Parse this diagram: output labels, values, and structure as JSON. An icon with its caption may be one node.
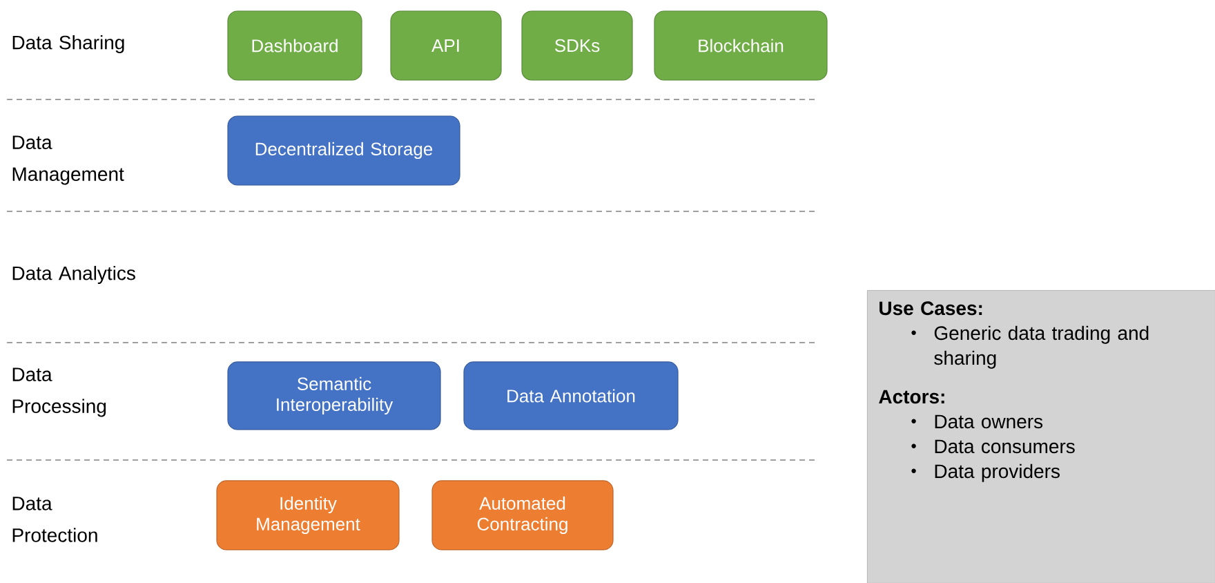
{
  "diagram": {
    "nodes": [
      {
        "text": [
          "Dashboard"
        ]
      },
      {
        "text": [
          "API"
        ]
      },
      {
        "text": [
          "SDKs"
        ]
      },
      {
        "text": [
          "Blockchain"
        ]
      },
      {
        "text": [
          "Decentralized Storage"
        ]
      },
      {
        "text": [
          "Semantic Interoperability"
        ]
      },
      {
        "text": [
          "Data Annotation"
        ]
      },
      {
        "text": [
          "Identity Management"
        ]
      },
      {
        "text": [
          "Automated Contracting"
        ]
      },
      {
        "text": [
          "Use Cases:",
          "Generic data trading and sharing",
          "Actors:",
          "Data owners",
          "Data consumers",
          "Data providers"
        ]
      }
    ],
    "edges": [],
    "labels": [
      "Data Sharing",
      "Data Management",
      "Data Analytics",
      "Data Processing",
      "Data Protection"
    ]
  }
}
